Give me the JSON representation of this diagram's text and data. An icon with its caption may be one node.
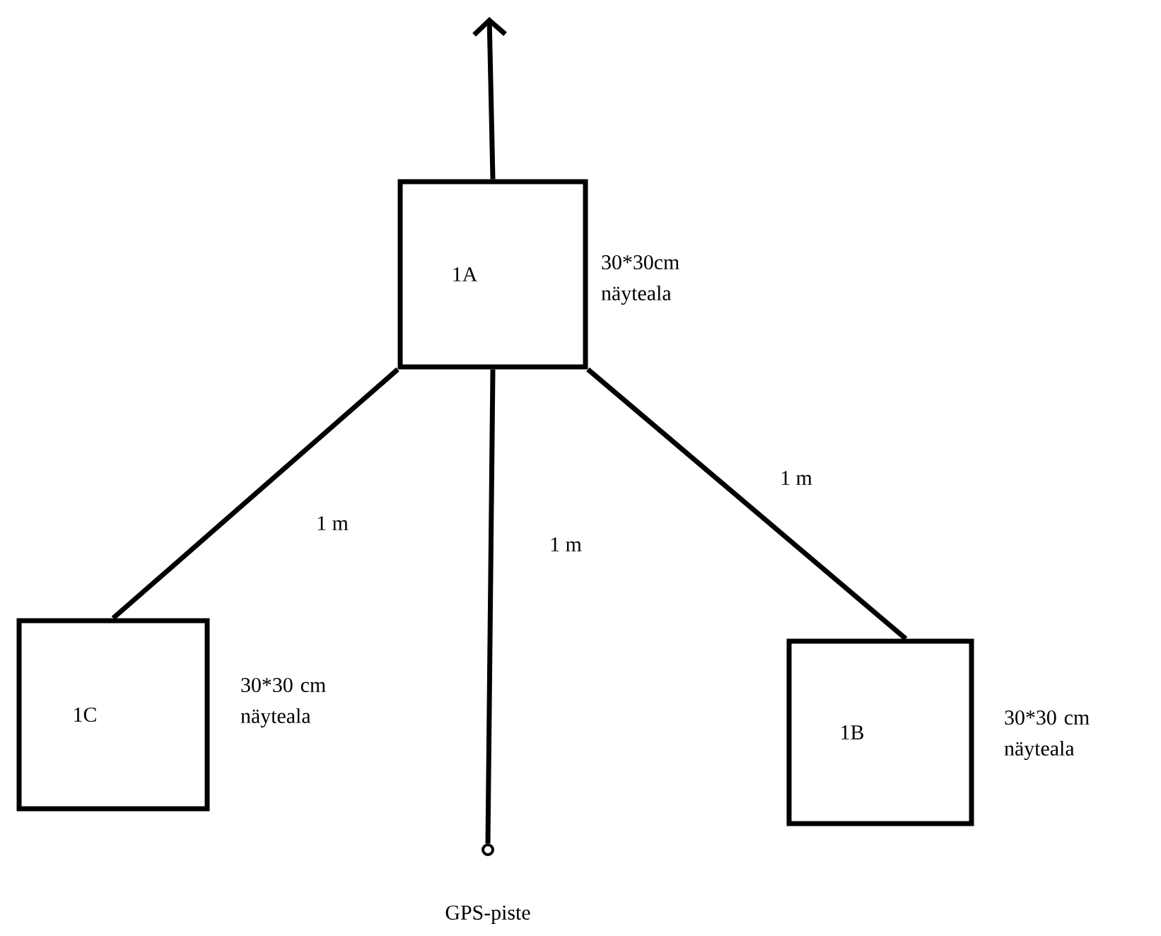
{
  "diagram": {
    "nodes": [
      {
        "text": [
          "1A"
        ],
        "beside": [
          "30*30cm näyteala"
        ]
      },
      {
        "text": [
          "1C"
        ],
        "beside": [
          "30*30 cm näyteala"
        ]
      },
      {
        "text": [
          "1B"
        ],
        "beside": [
          "30*30 cm näyteala"
        ]
      },
      {
        "text": [],
        "shape": "circle",
        "beside": [
          "GPS-piste"
        ]
      }
    ],
    "edges": [
      {
        "from": 0,
        "to": null,
        "arrow": "to"
      },
      {
        "from": 0,
        "to": 1,
        "arrow": "none",
        "label": "1 m"
      },
      {
        "from": 0,
        "to": 3,
        "arrow": "none",
        "label": "1 m"
      },
      {
        "from": 0,
        "to": 2,
        "arrow": "none",
        "label": "1 m"
      }
    ]
  }
}
